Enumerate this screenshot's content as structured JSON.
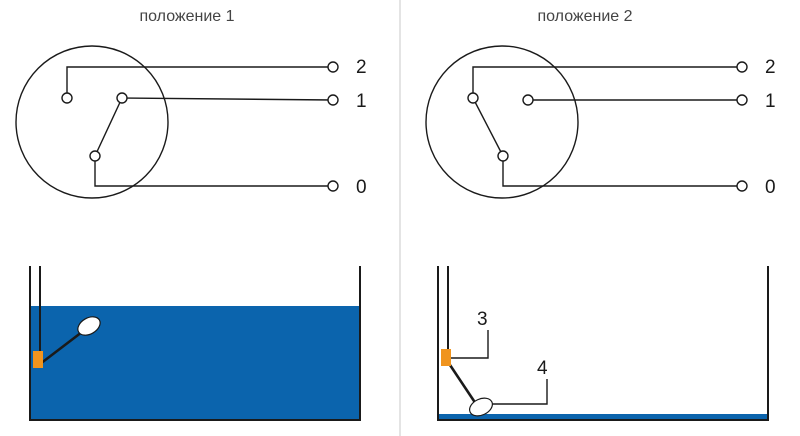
{
  "colors": {
    "water": "#0b64ad",
    "float_sensor": "#f0941e",
    "line": "#1a1a1a",
    "divider": "#c8c8c8"
  },
  "panels": [
    {
      "title": "положение 1",
      "terminals": [
        "2",
        "1",
        "0"
      ],
      "water_state": "full"
    },
    {
      "title": "положение 2",
      "terminals": [
        "2",
        "1",
        "0"
      ],
      "water_state": "empty",
      "callouts": [
        "3",
        "4"
      ]
    }
  ]
}
